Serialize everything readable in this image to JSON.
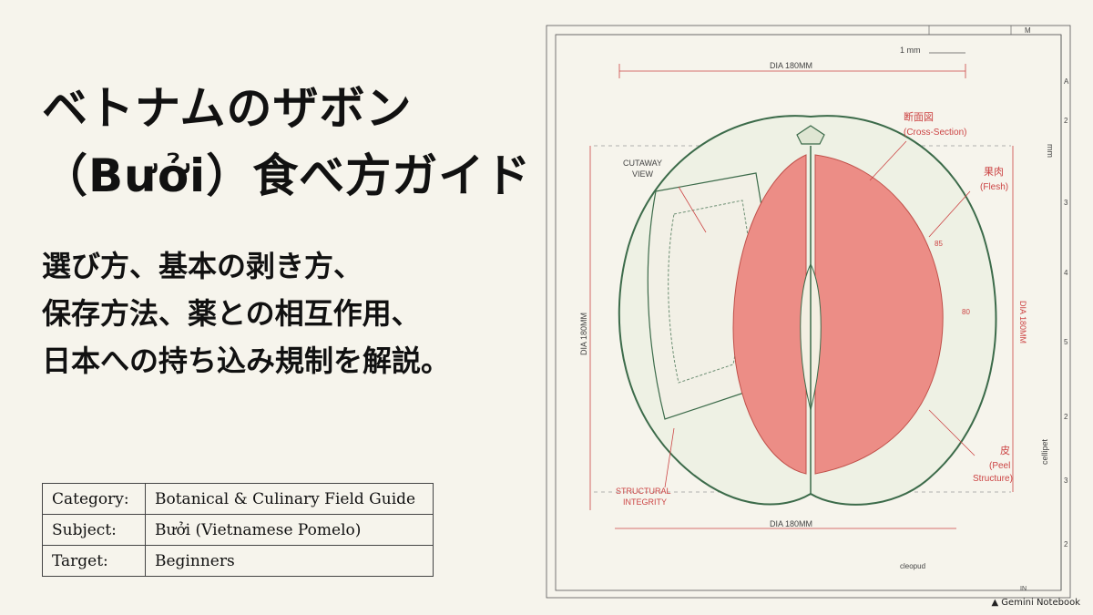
{
  "title": {
    "line1": "ベトナムのザボン",
    "line2": "（Bưởi）食べ方ガイド"
  },
  "subtitle": {
    "line1": "選び方、基本の剥き方、",
    "line2": "保存方法、薬との相互作用、",
    "line3": "日本への持ち込み規制を解説。"
  },
  "info_table": [
    {
      "label": "Category:",
      "value": "Botanical & Culinary Field Guide"
    },
    {
      "label": "Subject:",
      "value": "Bưởi (Vietnamese Pomelo)"
    },
    {
      "label": "Target:",
      "value": "Beginners"
    }
  ],
  "diagram": {
    "scale_label": "1 mm",
    "corner_label": "M",
    "top_dim": "DIA 180MM",
    "left_dim": "DIA 180MM",
    "right_dim": "DIA 180MM",
    "bottom_dim": "DIA 180MM",
    "cross_section_jp": "断面図",
    "cross_section_en": "(Cross-Section)",
    "flesh_jp": "果肉",
    "flesh_en": "(Flesh)",
    "cutaway_1": "CUTAWAY",
    "cutaway_2": "VIEW",
    "structural_1": "STRUCTURAL",
    "structural_2": "INTEGRITY",
    "peel_jp": "皮",
    "peel_en_1": "(Peel",
    "peel_en_2": "Structure)",
    "dim_85": "85",
    "dim_80": "80",
    "right_vertical_top": "mm",
    "right_vertical_bottom": "cellipet",
    "bottom_small": "cleopud",
    "bottom_corner": "IN",
    "ruler_right": [
      "A",
      "2",
      "3",
      "4",
      "5",
      "2",
      "3",
      "2"
    ]
  },
  "footer": {
    "brand": "Gemini Notebook"
  },
  "colors": {
    "background": "#f6f4ec",
    "accent_red": "#d9544f",
    "rind_green": "#3c6b4a",
    "flesh_pink": "#ec8d86"
  }
}
